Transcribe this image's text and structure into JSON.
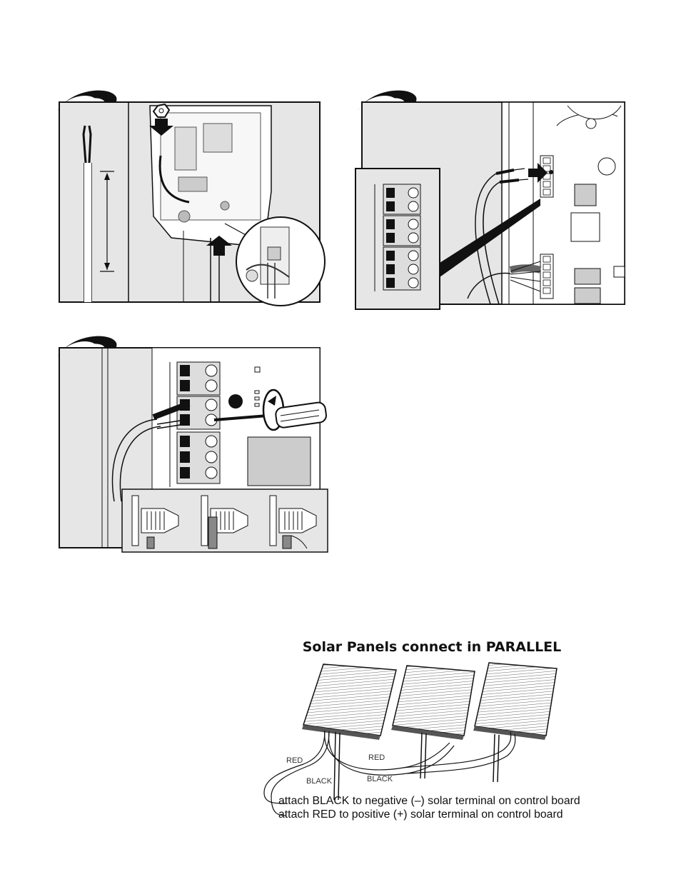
{
  "solar_diagram": {
    "title": "Solar Panels connect in PARALLEL",
    "labels": {
      "red_left": "RED",
      "black_left": "BLACK",
      "red_mid": "RED",
      "black_mid": "BLACK"
    },
    "instructions": [
      "attach BLACK to negative (–) solar terminal on control board",
      "attach RED to positive (+) solar terminal on control board"
    ]
  },
  "colors": {
    "panel_fill": "#e6e6e6",
    "line": "#111111",
    "arrow": "#111111"
  }
}
